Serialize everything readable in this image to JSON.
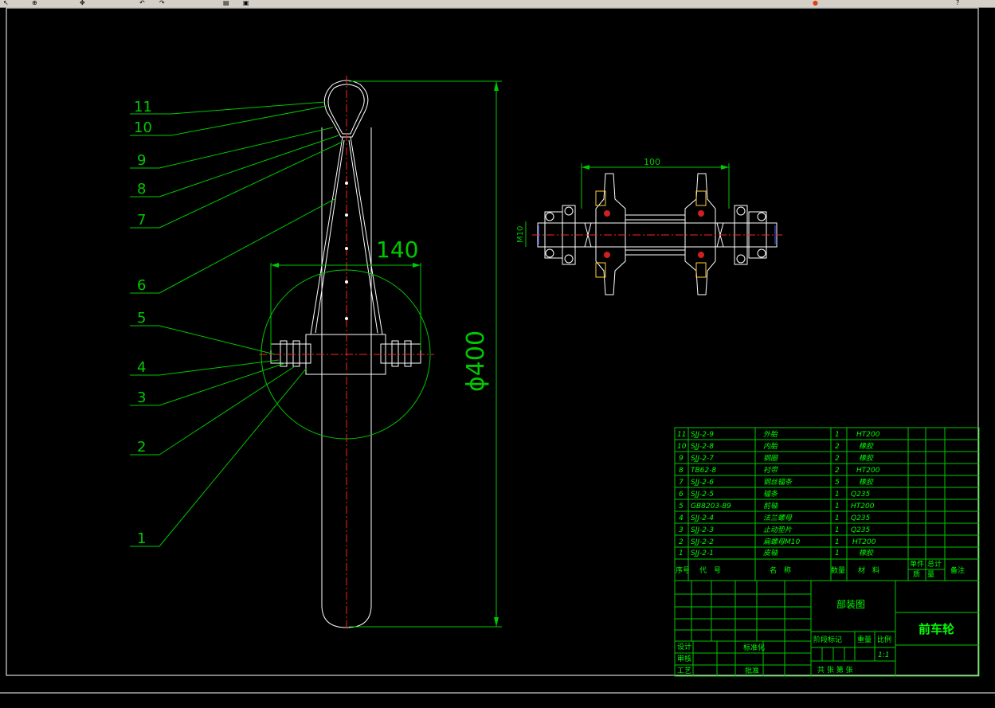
{
  "toolbar": {
    "icons": [
      "pointer-icon",
      "zoom-icon",
      "pan-icon",
      "undo-icon",
      "redo-icon",
      "layer-icon",
      "properties-icon",
      "color-icon",
      "help-icon"
    ]
  },
  "drawing": {
    "dim_diameter": "ϕ400",
    "dim_hub_width": "140",
    "dim_axle_length": "100",
    "dim_thread": "M10",
    "balloons": [
      "11",
      "10",
      "9",
      "8",
      "7",
      "6",
      "5",
      "4",
      "3",
      "2",
      "1"
    ]
  },
  "bom": {
    "rows": [
      {
        "no": "11",
        "code": "SJJ-2-9",
        "name": "外胎",
        "qty": "1",
        "material": "HT200",
        "remark": ""
      },
      {
        "no": "10",
        "code": "SJJ-2-8",
        "name": "内胎",
        "qty": "2",
        "material": "橡胶",
        "remark": ""
      },
      {
        "no": "9",
        "code": "SJJ-2-7",
        "name": "钢圈",
        "qty": "2",
        "material": "橡胶",
        "remark": ""
      },
      {
        "no": "8",
        "code": "TB62-8",
        "name": "衬带",
        "qty": "2",
        "material": "HT200",
        "remark": ""
      },
      {
        "no": "7",
        "code": "SJJ-2-6",
        "name": "钢丝辐条",
        "qty": "5",
        "material": "橡胶",
        "remark": ""
      },
      {
        "no": "6",
        "code": "SJJ-2-5",
        "name": "辐条",
        "qty": "1",
        "material": "Q235",
        "remark": ""
      },
      {
        "no": "5",
        "code": "GB8203-89",
        "name": "前轴",
        "qty": "1",
        "material": "HT200",
        "remark": ""
      },
      {
        "no": "4",
        "code": "SJJ-2-4",
        "name": "法兰螺母",
        "qty": "1",
        "material": "Q235",
        "remark": ""
      },
      {
        "no": "3",
        "code": "SJJ-2-3",
        "name": "止动垫片",
        "qty": "1",
        "material": "Q235",
        "remark": ""
      },
      {
        "no": "2",
        "code": "SJJ-2-2",
        "name": "扁螺母M10",
        "qty": "1",
        "material": "HT200",
        "remark": ""
      },
      {
        "no": "1",
        "code": "SJJ-2-1",
        "name": "皮轴",
        "qty": "1",
        "material": "橡胶",
        "remark": ""
      }
    ],
    "header": {
      "no": "序号",
      "code": "代　号",
      "name": "名　称",
      "qty": "数量",
      "material": "材　料",
      "unit_weight": "单件",
      "total_weight": "总计",
      "weight": "质　量",
      "remark": "备注"
    }
  },
  "title_block": {
    "drawing_type": "部装图",
    "title": "前车轮",
    "design": "设计",
    "check": "审核",
    "process": "工艺",
    "standardize": "标准化",
    "approve": "批准",
    "stage_mark": "阶段标记",
    "weight": "重量",
    "scale": "比例",
    "scale_value": "1:1",
    "sheets": "共 张 第 张"
  },
  "colors": {
    "background": "#000000",
    "geometry": "#00c800",
    "part_lines": "#ffffff",
    "centerline": "#ff2020",
    "text": "#00ff00",
    "yellow": "#ffd040"
  }
}
